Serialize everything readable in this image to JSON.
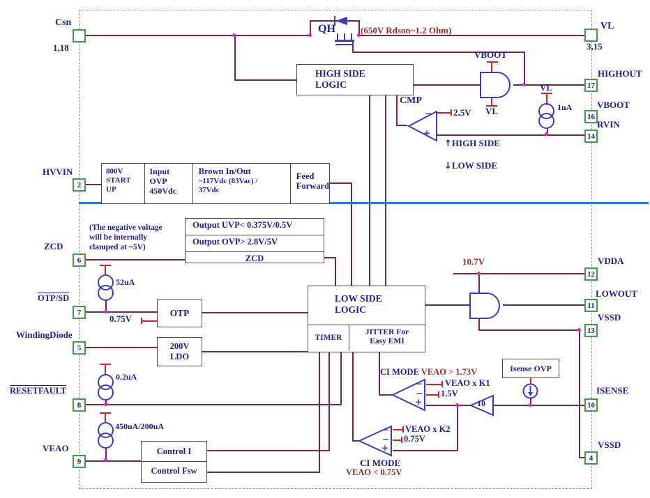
{
  "colors": {
    "wire": "#832447",
    "ref_red": "#e02020",
    "symbol_blue": "#3a3ad0",
    "text_navy": "#1d1d9c",
    "text_darkred": "#9e2b2b",
    "pin_green": "#3f9f46",
    "junction_magenta": "#d923d9",
    "divider_blue": "#2080dd",
    "box_border": "#4a4a4a"
  },
  "sym": {
    "minus": "−",
    "plus": "+",
    "up_arrow": "↑",
    "down_arrow": "↓"
  },
  "pins": {
    "csn": {
      "label": "Csn",
      "num": "1,18"
    },
    "vl": {
      "label": "VL",
      "num": "3,15"
    },
    "highout": {
      "label": "HIGHOUT",
      "num": "17"
    },
    "vboot": {
      "label": "VBOOT",
      "num": "16"
    },
    "rvin": {
      "label": "RVIN",
      "num": "14"
    },
    "hvvin": {
      "label": "HVVIN",
      "num": "2"
    },
    "zcd": {
      "label": "ZCD",
      "num": "6"
    },
    "otp_sd": {
      "label": "OTP/SD",
      "num": "7"
    },
    "winding_diode": {
      "label": "WindingDiode",
      "num": "5"
    },
    "resetfault": {
      "label": "RESETFAULT",
      "num": "8"
    },
    "veao": {
      "label": "VEAO",
      "num": "9"
    },
    "vdda": {
      "label": "VDDA",
      "num": "12"
    },
    "lowout": {
      "label": "LOWOUT",
      "num": "11"
    },
    "vssd_13": {
      "label": "VSSD",
      "num": "13"
    },
    "isense": {
      "label": "ISENSE",
      "num": "10"
    },
    "vssd_4": {
      "label": "VSSD",
      "num": "4"
    }
  },
  "top": {
    "qh": "QH",
    "rdson": "(650V Rdson~1.2 Ohm)",
    "vboot_tap": "VBOOT",
    "vl_gate_tap": "VL",
    "vl_source_tap": "VL",
    "i_1ua": "1uA",
    "cmp": "CMP",
    "ref_2v5": "2.5V",
    "high_side": "HIGH SIDE",
    "low_side": "LOW SIDE"
  },
  "high_side_logic": {
    "l1": "HIGH SIDE",
    "l2": "LOGIC"
  },
  "input_block": {
    "c1_l1": "800V",
    "c1_l2": "START",
    "c1_l3": "UP",
    "c2_l1": "Input",
    "c2_l2": "OVP",
    "c2_l3": "450Vdc",
    "c3_l1": "Brown  In/Out",
    "c3_l2": "~117Vdc (83Vac)  /",
    "c3_l3": "37Vdc",
    "c4_l1": "Feed",
    "c4_l2": "Forward"
  },
  "zcd_note": {
    "l1": "(The negative voltage",
    "l2": "will be internally",
    "l3": "clamped at ~5V)"
  },
  "zcd_block": {
    "r1": "Output   UVP< 0.375V/0.5V",
    "r2": "Output   OVP> 2.8V/5V",
    "r3": "ZCD"
  },
  "otp": {
    "current": "52uA",
    "ref": "0.75V",
    "label": "OTP"
  },
  "ldo": {
    "l1": "200V",
    "l2": "LDO"
  },
  "low_side_logic": {
    "l1": "LOW SIDE",
    "l2": "LOGIC",
    "timer": "TIMER",
    "jitter_l1": "JITTER For",
    "jitter_l2": "Easy EMI"
  },
  "supply": {
    "v10_7": "10.7V"
  },
  "isense_path": {
    "ovp_label": "Isense OVP",
    "amp_gain": "10"
  },
  "cmp1": {
    "title_blue": "CI MODE",
    "title_red": "VEAO > 1.73V",
    "in1": "VEAO x K1",
    "in2": "1.5V"
  },
  "cmp2": {
    "in1": "VEAO x K2",
    "in2": "0.75V",
    "title_blue": "CI MODE",
    "title_red": "VEAO < 0.75V"
  },
  "bottom_left": {
    "i_0_2ua": "0.2uA",
    "i_450ua": "450uA/200uA",
    "control_i": "Control I",
    "control_fsw": "Control Fsw"
  }
}
